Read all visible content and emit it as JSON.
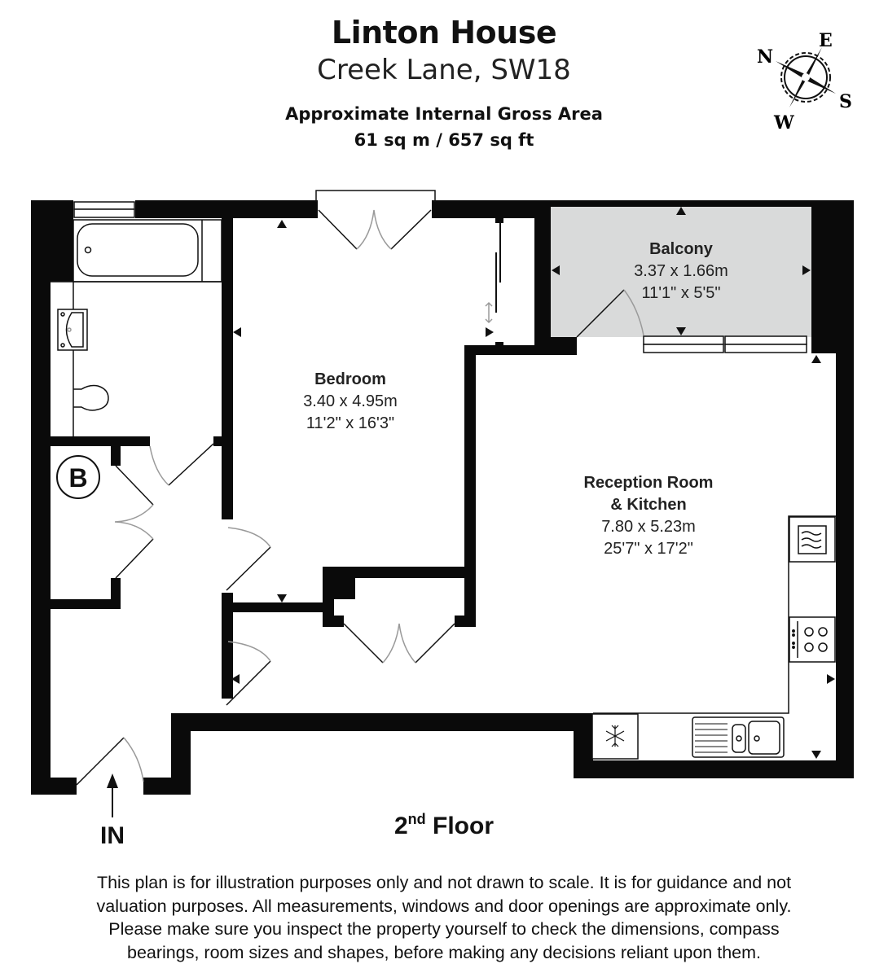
{
  "header": {
    "title": "Linton House",
    "subtitle": "Creek Lane, SW18",
    "area_label": "Approximate Internal Gross Area",
    "area_value": "61 sq m / 657 sq ft"
  },
  "compass": {
    "north": "N",
    "east": "E",
    "south": "S",
    "west": "W",
    "icon": "compass-rose-icon"
  },
  "rooms": {
    "balcony": {
      "name": "Balcony",
      "metric": "3.37 x 1.66m",
      "imperial": "11'1\" x 5'5\""
    },
    "bedroom": {
      "name": "Bedroom",
      "metric": "3.40 x 4.95m",
      "imperial": "11'2\" x 16'3\""
    },
    "reception": {
      "name_line1": "Reception Room",
      "name_line2": "& Kitchen",
      "metric": "7.80 x 5.23m",
      "imperial": "25'7\" x 17'2\""
    }
  },
  "symbols": {
    "boiler": "B",
    "entrance": "IN",
    "fixtures": [
      "bathtub-icon",
      "washbasin-icon",
      "toilet-icon",
      "boiler-icon",
      "microwave-icon",
      "hob-icon",
      "fridge-freezer-icon",
      "sink-icon",
      "entrance-arrow-icon"
    ]
  },
  "floor": {
    "number": "2",
    "suffix": "nd",
    "label": "Floor"
  },
  "disclaimer": {
    "line1": "This plan is for illustration purposes only and not drawn to scale. It is for guidance and not",
    "line2": "valuation purposes. All measurements, windows and door openings are approximate only.",
    "line3": "Please make sure you inspect the property yourself to check the dimensions, compass",
    "line4": "bearings, room sizes and shapes, before making any decisions reliant upon them."
  },
  "colors": {
    "wall": "#0a0a0a",
    "balcony_fill": "#d9dada",
    "door_arc": "#9a9a9a",
    "background": "#ffffff"
  }
}
